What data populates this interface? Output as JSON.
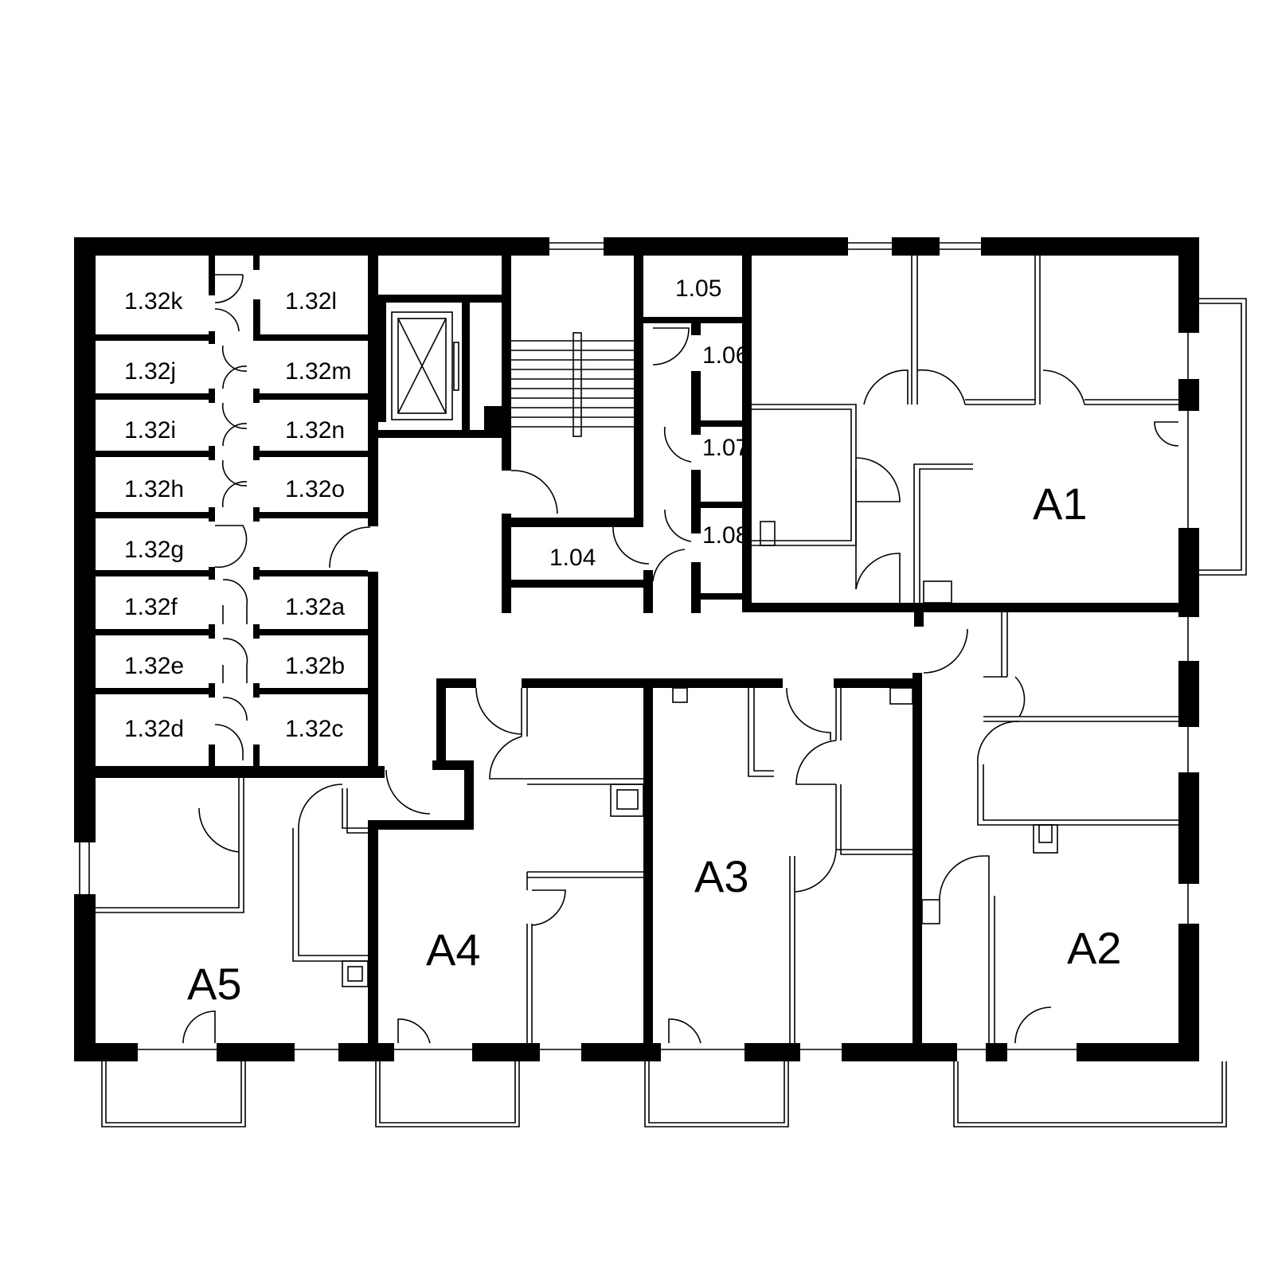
{
  "rooms": {
    "r132k": "1.32k",
    "r132l": "1.32l",
    "r132j": "1.32j",
    "r132m": "1.32m",
    "r132i": "1.32i",
    "r132n": "1.32n",
    "r132h": "1.32h",
    "r132o": "1.32o",
    "r132g": "1.32g",
    "r132f": "1.32f",
    "r132a": "1.32a",
    "r132e": "1.32e",
    "r132b": "1.32b",
    "r132d": "1.32d",
    "r132c": "1.32c",
    "r105": "1.05",
    "r106": "1.06",
    "r107": "1.07",
    "r108": "1.08",
    "r104": "1.04"
  },
  "apartments": {
    "a1": "A1",
    "a2": "A2",
    "a3": "A3",
    "a4": "A4",
    "a5": "A5"
  },
  "colors": {
    "walls": "#000000",
    "background": "#ffffff"
  }
}
